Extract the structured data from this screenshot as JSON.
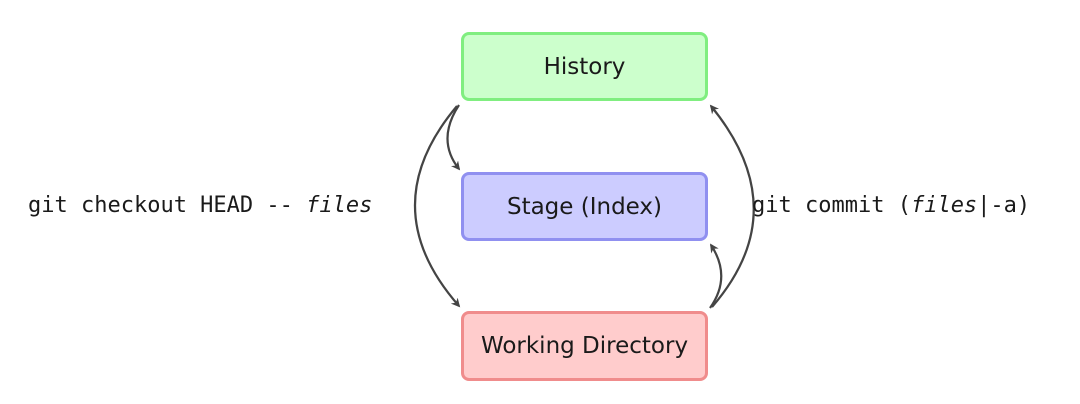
{
  "boxes": {
    "history": {
      "label": "History",
      "fill": "#ccffcc",
      "border": "#80ee80"
    },
    "stage": {
      "label": "Stage (Index)",
      "fill": "#ccccff",
      "border": "#9090f0"
    },
    "working": {
      "label": "Working Directory",
      "fill": "#ffcccc",
      "border": "#f08c8c"
    }
  },
  "commands": {
    "checkout": {
      "prefix": "git checkout HEAD -- ",
      "arg": "files"
    },
    "commit": {
      "prefix": "git commit (",
      "arg": "files",
      "suffix": "|-a)"
    }
  },
  "arrow_color": "#444444"
}
